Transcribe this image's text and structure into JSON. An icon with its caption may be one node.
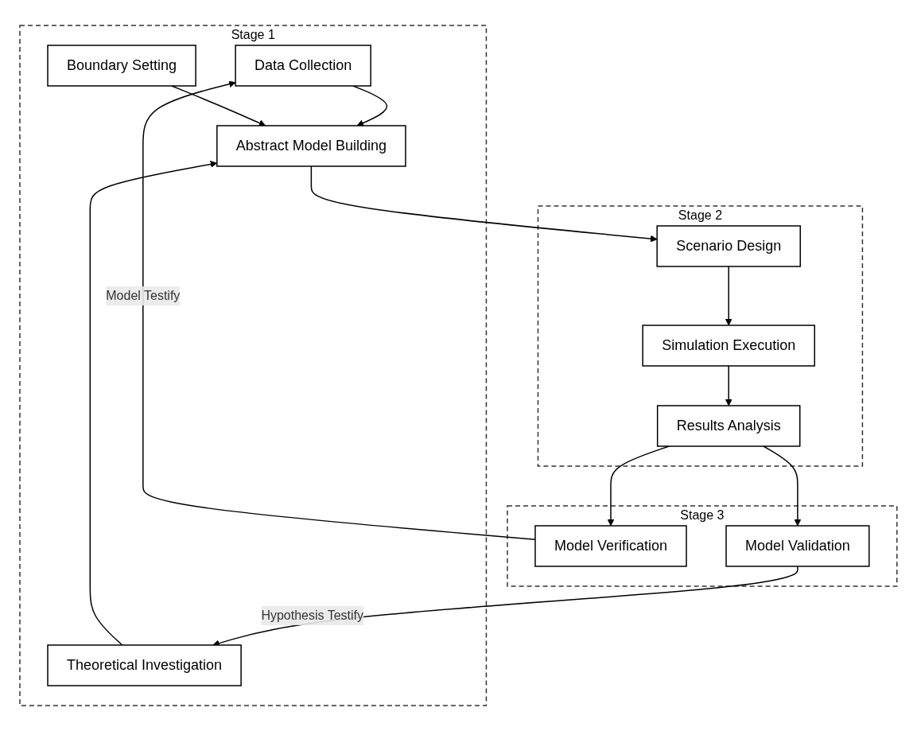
{
  "diagram": {
    "nodes": [
      {
        "text": [
          "Stage 1"
        ]
      },
      {
        "text": [
          "Data Collection"
        ],
        "in": 0
      },
      {
        "text": [
          "Boundary Setting"
        ],
        "in": 0
      },
      {
        "text": [
          "Theoretical Investigation"
        ],
        "in": 0
      },
      {
        "text": [
          "Abstract Model Building"
        ],
        "in": 0
      },
      {
        "text": [
          "Stage 2"
        ]
      },
      {
        "text": [
          "Scenario Design"
        ],
        "in": 5
      },
      {
        "text": [
          "Simulation Execution"
        ],
        "in": 5
      },
      {
        "text": [
          "Results Analysis"
        ],
        "in": 5
      },
      {
        "text": [
          "Stage 3"
        ]
      },
      {
        "text": [
          "Model Verification"
        ],
        "in": 9
      },
      {
        "text": [
          "Model Validation"
        ],
        "in": 9
      }
    ],
    "edges": [
      {
        "from": 1,
        "to": 4,
        "arrow": "to"
      },
      {
        "from": 2,
        "to": 4,
        "arrow": "to"
      },
      {
        "from": 3,
        "to": 4,
        "arrow": "to"
      },
      {
        "from": 4,
        "to": 6,
        "arrow": "to"
      },
      {
        "from": 6,
        "to": 7,
        "arrow": "to"
      },
      {
        "from": 7,
        "to": 8,
        "arrow": "to"
      },
      {
        "from": 8,
        "to": 10,
        "arrow": "to"
      },
      {
        "from": 8,
        "to": 11,
        "arrow": "to"
      },
      {
        "from": 10,
        "to": 1,
        "arrow": "to",
        "label": "Model Testify"
      },
      {
        "from": 11,
        "to": 3,
        "arrow": "to",
        "label": "Hypothesis Testify"
      }
    ]
  }
}
